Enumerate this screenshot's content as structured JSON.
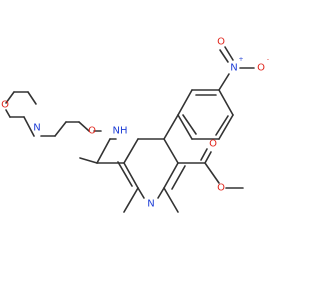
{
  "palette": {
    "bond": "#333333",
    "carbon": "#333333",
    "nitrogen": "#1f3fd6",
    "oxygen": "#e0251b"
  },
  "atoms": {
    "no2_n": "N",
    "no2_o1": "O",
    "no2_o2": "O",
    "no2_n_charge": "+",
    "no2_o2_charge": "-",
    "ester_o1": "O",
    "ester_o2": "O",
    "amine_nh": "NH",
    "oxime_o": "O",
    "morph_n": "N",
    "morph_o": "O",
    "ring_n": "N"
  }
}
